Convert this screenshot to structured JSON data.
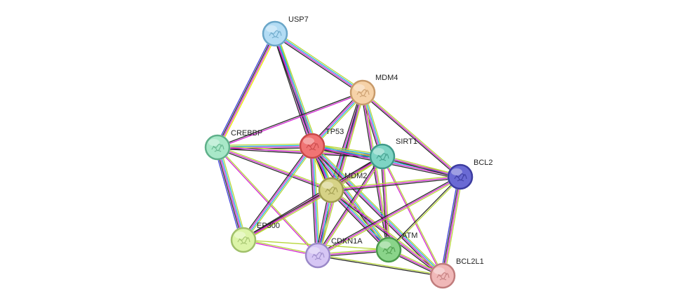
{
  "network": {
    "edge_colors": [
      "#b6d638",
      "#1fb3e0",
      "#d325d3",
      "#2a2a2a",
      "#3f3fd8",
      "#e6e600"
    ],
    "nodes": [
      {
        "id": "USP7",
        "label": "USP7",
        "fill": "#b3dcf4",
        "stroke": "#6aa6c8",
        "icon": "protein-structure-icon"
      },
      {
        "id": "MDM4",
        "label": "MDM4",
        "fill": "#f6d2a8",
        "stroke": "#c89a6a",
        "icon": "protein-structure-icon"
      },
      {
        "id": "CREBBP",
        "label": "CREBBP",
        "fill": "#a8e8c8",
        "stroke": "#5fb08a",
        "icon": "protein-structure-icon"
      },
      {
        "id": "TP53",
        "label": "TP53",
        "fill": "#f07474",
        "stroke": "#c84848",
        "icon": "protein-structure-icon"
      },
      {
        "id": "SIRT1",
        "label": "SIRT1",
        "fill": "#7ed4c4",
        "stroke": "#3f9a8a",
        "icon": "protein-structure-icon"
      },
      {
        "id": "BCL2",
        "label": "BCL2",
        "fill": "#6a6ad4",
        "stroke": "#3c3ca0",
        "icon": "protein-structure-icon"
      },
      {
        "id": "MDM2",
        "label": "MDM2",
        "fill": "#d6d286",
        "stroke": "#9e9a4e",
        "icon": "protein-structure-icon"
      },
      {
        "id": "EP300",
        "label": "EP300",
        "fill": "#dcf4a8",
        "stroke": "#a0c06a",
        "icon": "protein-structure-icon"
      },
      {
        "id": "CDKN1A",
        "label": "CDKN1A",
        "fill": "#d6c6f4",
        "stroke": "#9a88c8",
        "icon": "protein-structure-icon"
      },
      {
        "id": "ATM",
        "label": "ATM",
        "fill": "#8ad48a",
        "stroke": "#4a9a4a",
        "icon": "protein-structure-icon"
      },
      {
        "id": "BCL2L1",
        "label": "BCL2L1",
        "fill": "#f0b8b8",
        "stroke": "#c07c7c",
        "icon": "protein-structure-icon"
      }
    ],
    "edges": [
      {
        "source": "USP7",
        "target": "MDM4",
        "types": [
          0,
          1,
          2,
          3
        ]
      },
      {
        "source": "USP7",
        "target": "TP53",
        "types": [
          0,
          1,
          2,
          3
        ]
      },
      {
        "source": "USP7",
        "target": "CREBBP",
        "types": [
          5,
          2,
          3,
          4
        ]
      },
      {
        "source": "USP7",
        "target": "MDM2",
        "types": [
          0,
          1,
          2,
          3
        ]
      },
      {
        "source": "MDM4",
        "target": "TP53",
        "types": [
          0,
          1,
          2,
          3
        ]
      },
      {
        "source": "MDM4",
        "target": "CREBBP",
        "types": [
          2,
          3
        ]
      },
      {
        "source": "MDM4",
        "target": "MDM2",
        "types": [
          0,
          1,
          2,
          3
        ]
      },
      {
        "source": "MDM4",
        "target": "SIRT1",
        "types": [
          0,
          1,
          2,
          3
        ]
      },
      {
        "source": "MDM4",
        "target": "BCL2",
        "types": [
          0,
          2,
          3
        ]
      },
      {
        "source": "MDM4",
        "target": "ATM",
        "types": [
          0,
          2,
          3
        ]
      },
      {
        "source": "MDM4",
        "target": "CDKN1A",
        "types": [
          0,
          2,
          3
        ]
      },
      {
        "source": "CREBBP",
        "target": "TP53",
        "types": [
          0,
          1,
          2,
          3
        ]
      },
      {
        "source": "CREBBP",
        "target": "SIRT1",
        "types": [
          0,
          2,
          3
        ]
      },
      {
        "source": "CREBBP",
        "target": "MDM2",
        "types": [
          0,
          2,
          3
        ]
      },
      {
        "source": "CREBBP",
        "target": "EP300",
        "types": [
          0,
          1,
          2,
          3,
          4
        ]
      },
      {
        "source": "CREBBP",
        "target": "CDKN1A",
        "types": [
          0,
          2
        ]
      },
      {
        "source": "TP53",
        "target": "SIRT1",
        "types": [
          0,
          1,
          2,
          3
        ]
      },
      {
        "source": "TP53",
        "target": "BCL2",
        "types": [
          0,
          1,
          2,
          3
        ]
      },
      {
        "source": "TP53",
        "target": "MDM2",
        "types": [
          0,
          1,
          2,
          3,
          5
        ]
      },
      {
        "source": "TP53",
        "target": "EP300",
        "types": [
          0,
          1,
          2,
          3
        ]
      },
      {
        "source": "TP53",
        "target": "CDKN1A",
        "types": [
          0,
          1,
          2,
          3
        ]
      },
      {
        "source": "TP53",
        "target": "ATM",
        "types": [
          0,
          1,
          2,
          3
        ]
      },
      {
        "source": "TP53",
        "target": "BCL2L1",
        "types": [
          0,
          1,
          2,
          3
        ]
      },
      {
        "source": "SIRT1",
        "target": "MDM2",
        "types": [
          0,
          2,
          3
        ]
      },
      {
        "source": "SIRT1",
        "target": "BCL2",
        "types": [
          0,
          2,
          3
        ]
      },
      {
        "source": "SIRT1",
        "target": "ATM",
        "types": [
          0,
          2,
          3
        ]
      },
      {
        "source": "SIRT1",
        "target": "EP300",
        "types": [
          0,
          2,
          3
        ]
      },
      {
        "source": "SIRT1",
        "target": "CDKN1A",
        "types": [
          0,
          2,
          3
        ]
      },
      {
        "source": "SIRT1",
        "target": "BCL2L1",
        "types": [
          0,
          2
        ]
      },
      {
        "source": "MDM2",
        "target": "BCL2",
        "types": [
          0,
          2,
          3
        ]
      },
      {
        "source": "MDM2",
        "target": "EP300",
        "types": [
          0,
          2,
          3
        ]
      },
      {
        "source": "MDM2",
        "target": "CDKN1A",
        "types": [
          0,
          1,
          2,
          3
        ]
      },
      {
        "source": "MDM2",
        "target": "ATM",
        "types": [
          0,
          1,
          2,
          3
        ]
      },
      {
        "source": "MDM2",
        "target": "BCL2L1",
        "types": [
          0,
          2,
          3
        ]
      },
      {
        "source": "BCL2",
        "target": "BCL2L1",
        "types": [
          0,
          2,
          3,
          4
        ]
      },
      {
        "source": "BCL2",
        "target": "CDKN1A",
        "types": [
          0,
          2,
          3
        ]
      },
      {
        "source": "BCL2",
        "target": "ATM",
        "types": [
          0,
          3
        ]
      },
      {
        "source": "EP300",
        "target": "CDKN1A",
        "types": [
          0,
          2
        ]
      },
      {
        "source": "EP300",
        "target": "ATM",
        "types": [
          0
        ]
      },
      {
        "source": "CDKN1A",
        "target": "ATM",
        "types": [
          0,
          2,
          3
        ]
      },
      {
        "source": "CDKN1A",
        "target": "BCL2L1",
        "types": [
          0,
          3
        ]
      },
      {
        "source": "ATM",
        "target": "BCL2L1",
        "types": [
          0,
          2,
          3
        ]
      }
    ]
  }
}
